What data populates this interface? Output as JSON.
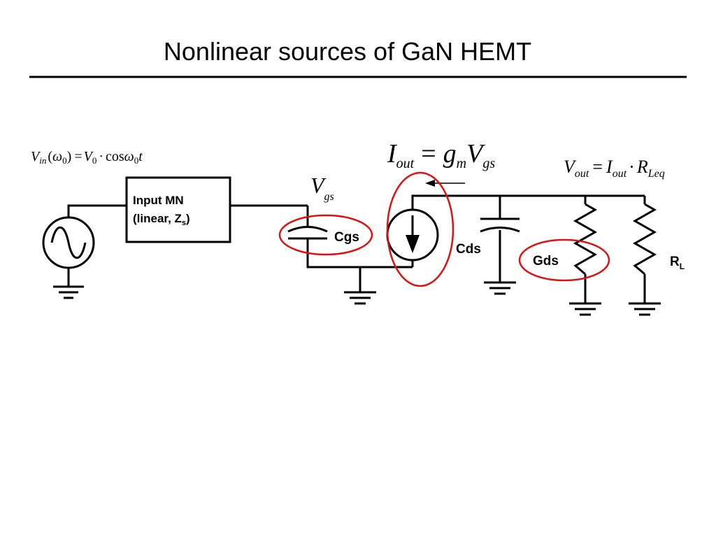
{
  "slide": {
    "title": "Nonlinear sources of GaN HEMT"
  },
  "equations": {
    "vin": {
      "V": "V",
      "in_sub": "in",
      "lparen": "(",
      "omega": "ω",
      "zero_sub": "0",
      "rparen": ")",
      "eq": "=",
      "V0": "V",
      "V0_sub": "0",
      "dot": "·",
      "cos": "cos",
      "omega2": "ω",
      "zero_sub2": "0",
      "t": "t"
    },
    "iout": {
      "I": "I",
      "out_sub": "out",
      "eq": "=",
      "g": "g",
      "m_sub": "m",
      "V": "V",
      "gs_sub": "gs"
    },
    "vout": {
      "V": "V",
      "out_sub": "out",
      "eq": "=",
      "I": "I",
      "out_sub2": "out",
      "dot": "·",
      "R": "R",
      "leq_sub": "Leq"
    },
    "vgs": {
      "V": "V",
      "gs_sub": "gs"
    }
  },
  "components": {
    "input_mn": {
      "line1": "Input MN",
      "line2_prefix": "(linear, Z",
      "line2_sub": "s",
      "line2_suffix": ")"
    },
    "cgs": "Cgs",
    "cds": "Cds",
    "gds": "Gds",
    "rl": {
      "R": "R",
      "sub": "L"
    }
  },
  "colors": {
    "wire": "#000000",
    "highlight": "#dd1111"
  }
}
